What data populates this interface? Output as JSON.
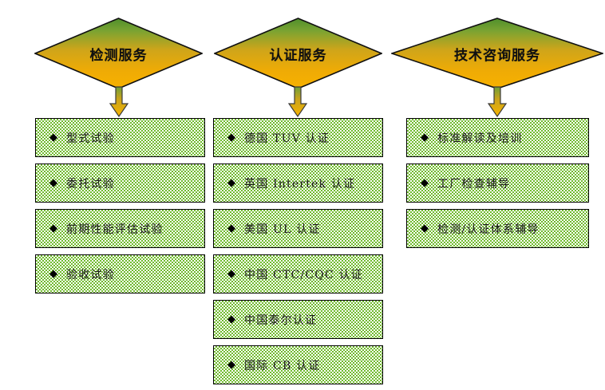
{
  "diagram": {
    "title": "Service Categories Flow Diagram",
    "colors": {
      "diamond_gradient_top": "#5c9a33",
      "diamond_gradient_bottom": "#f3a800",
      "diamond_border": "#000000",
      "box_pattern": "#6fba2c",
      "box_background": "#ffffff",
      "box_border": "#000000",
      "arrow_fill_top": "#77a83a",
      "arrow_fill_bottom": "#f5b400",
      "text_color": "#1a1a1a"
    },
    "bullet_glyph": "◆",
    "columns": [
      {
        "id": "testing-service",
        "header": "检测服务",
        "items": [
          "型式试验",
          "委托试验",
          "前期性能评估试验",
          "验收试验"
        ]
      },
      {
        "id": "certification-service",
        "header": "认证服务",
        "items": [
          "德国 TUV 认证",
          "英国 Intertek 认证",
          "美国 UL 认证",
          "中国 CTC/CQC 认证",
          "中国泰尔认证",
          "国际 CB 认证"
        ]
      },
      {
        "id": "technical-consulting-service",
        "header": "技术咨询服务",
        "items": [
          "标准解读及培训",
          "工厂检查辅导",
          "检测/认证体系辅导"
        ]
      }
    ]
  }
}
